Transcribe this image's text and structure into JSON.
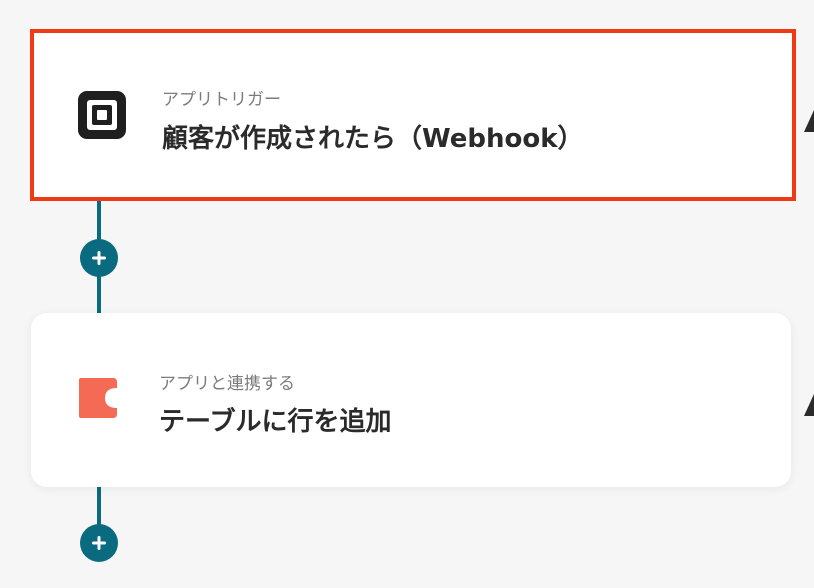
{
  "flow": {
    "steps": [
      {
        "subtitle": "アプリトリガー",
        "title": "顧客が作成されたら（Webhook）",
        "icon": "square-app-icon",
        "highlighted": true,
        "highlight_color": "#f03a16"
      },
      {
        "subtitle": "アプリと連携する",
        "title": "テーブルに行を追加",
        "icon": "coda-app-icon",
        "icon_color": "#f46a54"
      }
    ],
    "add_step_icon": "plus-icon",
    "connector_color": "#0a6a80"
  }
}
